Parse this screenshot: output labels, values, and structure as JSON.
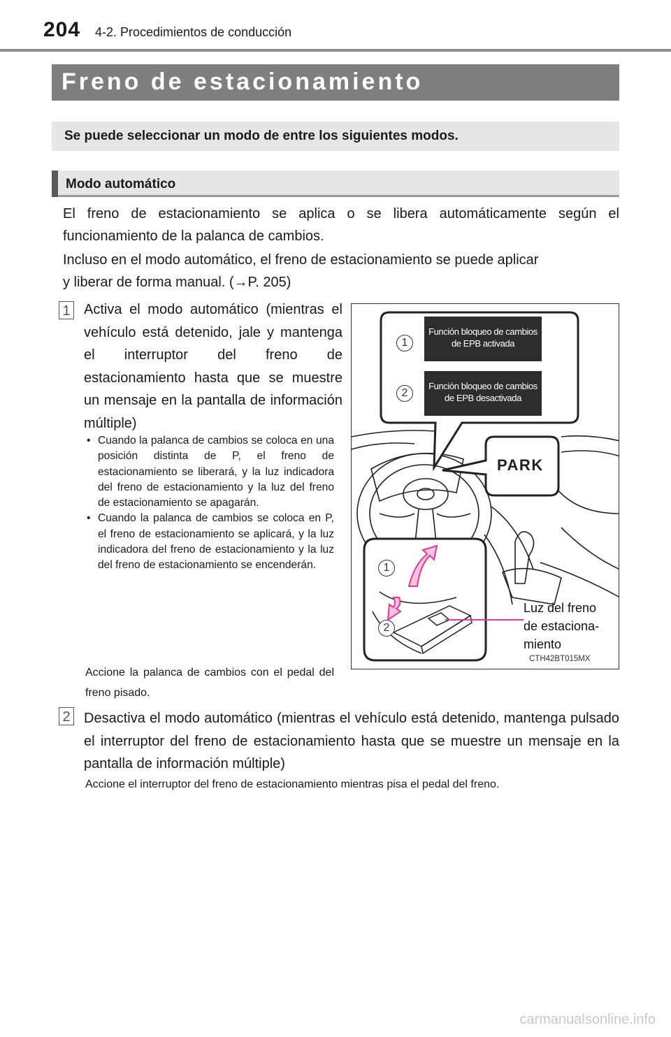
{
  "header": {
    "page_number": "204",
    "section": "4-2. Procedimientos de conducción"
  },
  "title": "Freno de estacionamiento",
  "intro": "Se puede seleccionar un modo de entre los siguientes modos.",
  "subheading": "Modo automático",
  "paragraphs": {
    "p1": "El freno de estacionamiento se aplica o se libera automáticamente según el funcionamiento de la palanca de cambios.",
    "p2_line1": "Incluso en el modo automático, el freno de estacionamiento se puede aplicar",
    "p2_line2": "y liberar de forma manual. (→P. 205)"
  },
  "steps": [
    {
      "number": "1",
      "text": "Activa el modo automático (mientras el vehículo está detenido, jale y mantenga el interruptor del freno de estacionamiento hasta que se muestre un mensaje en la pantalla de información múltiple)",
      "bullets": [
        "Cuando la palanca de cambios se coloca en una posición distinta de P, el freno de estacionamiento se liberará, y la luz indicadora del freno de estacionamiento y la luz del freno de estacionamiento se apagarán.",
        "Cuando la palanca de cambios se coloca en P, el freno de estacionamiento se aplicará, y la luz indicadora del freno de estacionamiento y la luz del freno de estacionamiento se encenderán."
      ],
      "note": "Accione la palanca de cambios con el pedal del freno pisado."
    },
    {
      "number": "2",
      "text": "Desactiva el modo automático (mientras el vehículo está detenido, mantenga pulsado el interruptor del freno de estacionamiento hasta que se muestre un mensaje en la pantalla de información múltiple)",
      "note": "Accione el interruptor del freno de estacionamiento mientras pisa el pedal del freno."
    }
  ],
  "figure": {
    "messages": [
      "Función bloqueo de cambios de EPB activada",
      "Función bloqueo de cambios de EPB desactivada"
    ],
    "callouts": [
      "1",
      "2",
      "1",
      "2"
    ],
    "park_label": "PARK",
    "light_label": "Luz del freno de estaciona- miento",
    "code": "CTH42BT015MX",
    "colors": {
      "arrow": "#e6359b",
      "line_art": "#222222"
    }
  },
  "watermark": "carmanualsonline.info"
}
